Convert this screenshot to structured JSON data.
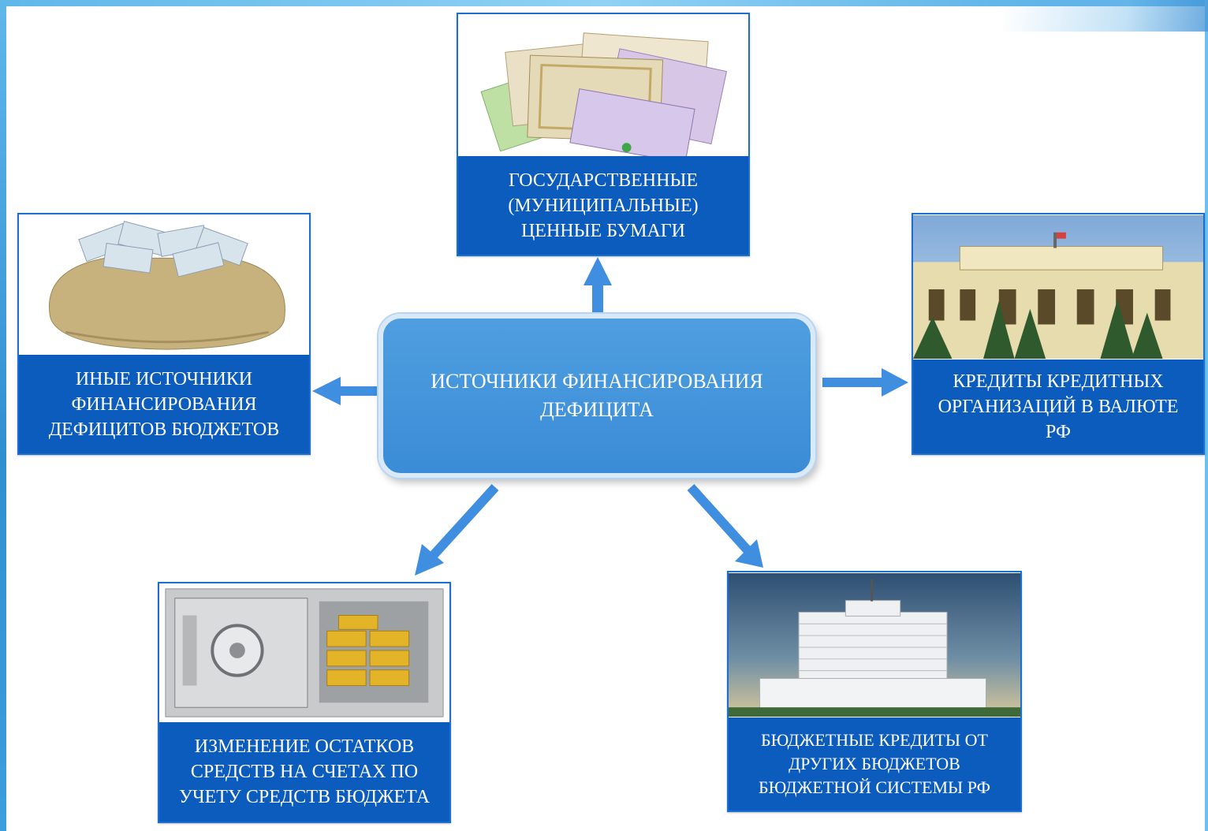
{
  "center": {
    "label": "ИСТОЧНИКИ  ФИНАНСИРОВАНИЯ\nДЕФИЦИТА"
  },
  "nodes": {
    "securities": {
      "label": "ГОСУДАРСТВЕННЫЕ\n(МУНИЦИПАЛЬНЫЕ)\nЦЕННЫЕ БУМАГИ",
      "icon": "securities-certificates-image"
    },
    "other_sources": {
      "label": "ИНЫЕ ИСТОЧНИКИ\nФИНАНСИРОВАНИЯ\nДЕФИЦИТОВ БЮДЖЕТОВ",
      "icon": "money-bag-image"
    },
    "bank_credits": {
      "label": "КРЕДИТЫ КРЕДИТНЫХ\nОРГАНИЗАЦИЙ В ВАЛЮТЕ\nРФ",
      "icon": "central-bank-building-image"
    },
    "balance_change": {
      "label": "ИЗМЕНЕНИЕ ОСТАТКОВ\nСРЕДСТВ НА СЧЕТАХ ПО\nУЧЕТУ СРЕДСТВ БЮДЖЕТА",
      "icon": "vault-gold-image"
    },
    "budget_credits": {
      "label": "БЮДЖЕТНЫЕ КРЕДИТЫ ОТ\nДРУГИХ БЮДЖЕТОВ\nБЮДЖЕТНОЙ СИСТЕМЫ РФ",
      "icon": "government-building-image"
    }
  },
  "colors": {
    "box_blue": "#0b5cbc",
    "center_blue": "#4193da",
    "arrow_blue": "#3f8ee0",
    "frame_blue": "#4aa7e3"
  }
}
